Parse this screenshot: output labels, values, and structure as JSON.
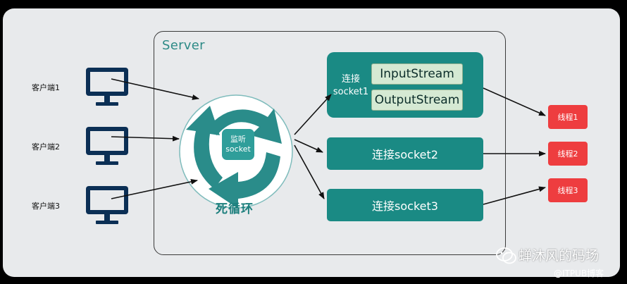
{
  "server": {
    "title": "Server"
  },
  "clients": [
    {
      "label": "客户端1"
    },
    {
      "label": "客户端2"
    },
    {
      "label": "客户端3"
    }
  ],
  "listener": {
    "line1": "监听",
    "line2": "socket",
    "caption": "死循环"
  },
  "socket1": {
    "line1": "连接",
    "line2": "socket1",
    "input_stream": "InputStream",
    "output_stream": "OutputStream"
  },
  "socket2": {
    "label": "连接socket2"
  },
  "socket3": {
    "label": "连接socket3"
  },
  "threads": [
    {
      "label": "线程1"
    },
    {
      "label": "线程2"
    },
    {
      "label": "线程3"
    }
  ],
  "watermark": {
    "name": "蝉沐风的码场",
    "site": "@ITPUB博客"
  },
  "colors": {
    "teal": "#1a8a84",
    "loop_teal": "#2a8c8a",
    "stream_bg": "#d5e9d3",
    "thread_red": "#ee3d3f",
    "monitor_navy": "#0b2f55",
    "panel_bg": "#e8eaec"
  },
  "icons": {
    "client": "monitor-icon",
    "loop": "cycle-arrows-icon",
    "watermark": "wechat-icon"
  }
}
